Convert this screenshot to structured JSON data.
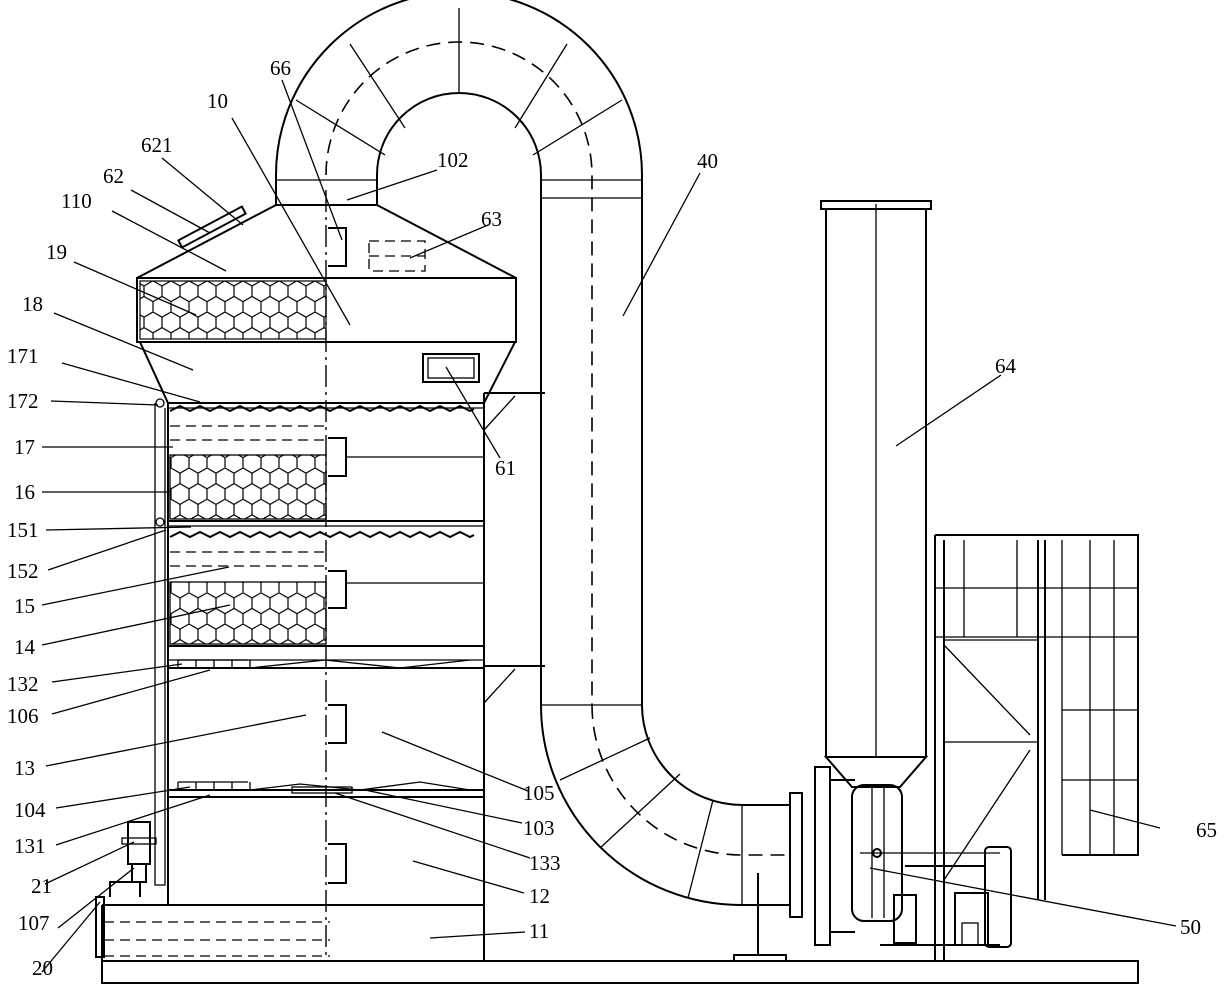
{
  "labels": {
    "l66": "66",
    "l10": "10",
    "l102": "102",
    "l40": "40",
    "l621": "621",
    "l62": "62",
    "l110": "110",
    "l63": "63",
    "l19": "19",
    "l18": "18",
    "l171": "171",
    "l172": "172",
    "l64": "64",
    "l17": "17",
    "l61": "61",
    "l16": "16",
    "l151": "151",
    "l152": "152",
    "l15": "15",
    "l14": "14",
    "l132": "132",
    "l106": "106",
    "l13": "13",
    "l105": "105",
    "l104": "104",
    "l103": "103",
    "l131": "131",
    "l65": "65",
    "l133": "133",
    "l21": "21",
    "l12": "12",
    "l107": "107",
    "l50": "50",
    "l11": "11",
    "l20": "20"
  }
}
